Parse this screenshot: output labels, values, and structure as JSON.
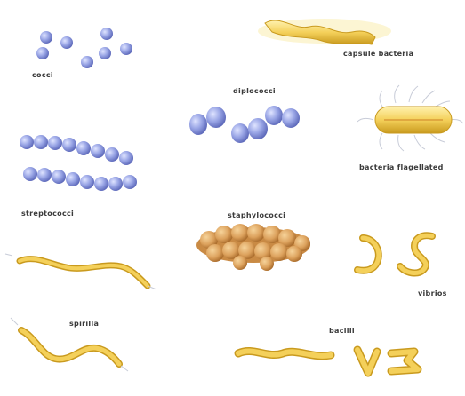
{
  "labels": {
    "cocci": "cocci",
    "diplococci": "diplococci",
    "capsule_bacteria": "capsule bacteria",
    "flagellated": "bacteria flagellated",
    "streptococci": "streptococci",
    "staphylococci": "staphylococci",
    "vibrios": "vibrios",
    "spirilla": "spirilla",
    "bacilli": "bacilli"
  },
  "colors": {
    "coccus_fill": "#9aa6e6",
    "coccus_stroke": "#5a66b8",
    "staph_fill": "#dca15c",
    "staph_stroke": "#a86a2a",
    "yellow_fill": "#f4d05a",
    "yellow_stroke": "#c99a1e",
    "label": "#3a3a3a"
  }
}
